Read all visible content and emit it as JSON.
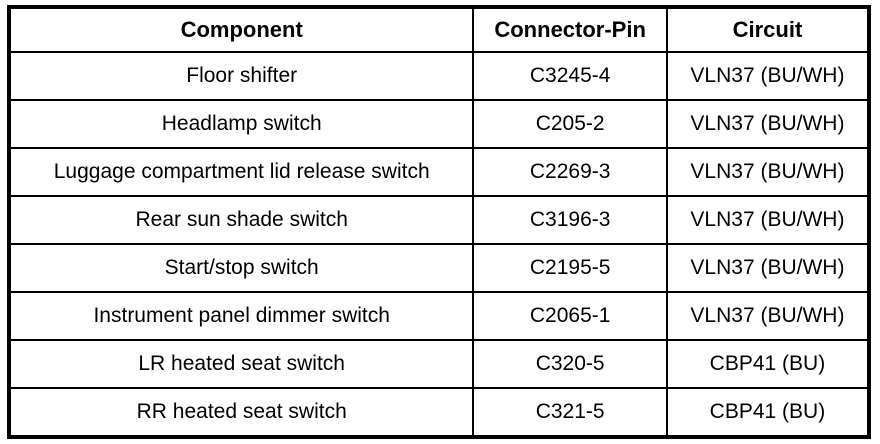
{
  "table": {
    "name": "component-connector-circuit-table",
    "headers": [
      {
        "key": "component",
        "label": "Component"
      },
      {
        "key": "connector_pin",
        "label": "Connector-Pin"
      },
      {
        "key": "circuit",
        "label": "Circuit"
      }
    ],
    "rows": [
      {
        "component": "Floor shifter",
        "connector_pin": "C3245-4",
        "circuit": "VLN37 (BU/WH)"
      },
      {
        "component": "Headlamp switch",
        "connector_pin": "C205-2",
        "circuit": "VLN37 (BU/WH)"
      },
      {
        "component": "Luggage compartment lid release switch",
        "connector_pin": "C2269-3",
        "circuit": "VLN37 (BU/WH)"
      },
      {
        "component": "Rear sun shade switch",
        "connector_pin": "C3196-3",
        "circuit": "VLN37 (BU/WH)"
      },
      {
        "component": "Start/stop switch",
        "connector_pin": "C2195-5",
        "circuit": "VLN37 (BU/WH)"
      },
      {
        "component": "Instrument panel dimmer switch",
        "connector_pin": "C2065-1",
        "circuit": "VLN37 (BU/WH)"
      },
      {
        "component": "LR heated seat switch",
        "connector_pin": "C320-5",
        "circuit": "CBP41 (BU)"
      },
      {
        "component": "RR heated seat switch",
        "connector_pin": "C321-5",
        "circuit": "CBP41 (BU)"
      }
    ],
    "colors": {
      "border": "#000000",
      "background": "#ffffff",
      "text": "#000000"
    }
  }
}
